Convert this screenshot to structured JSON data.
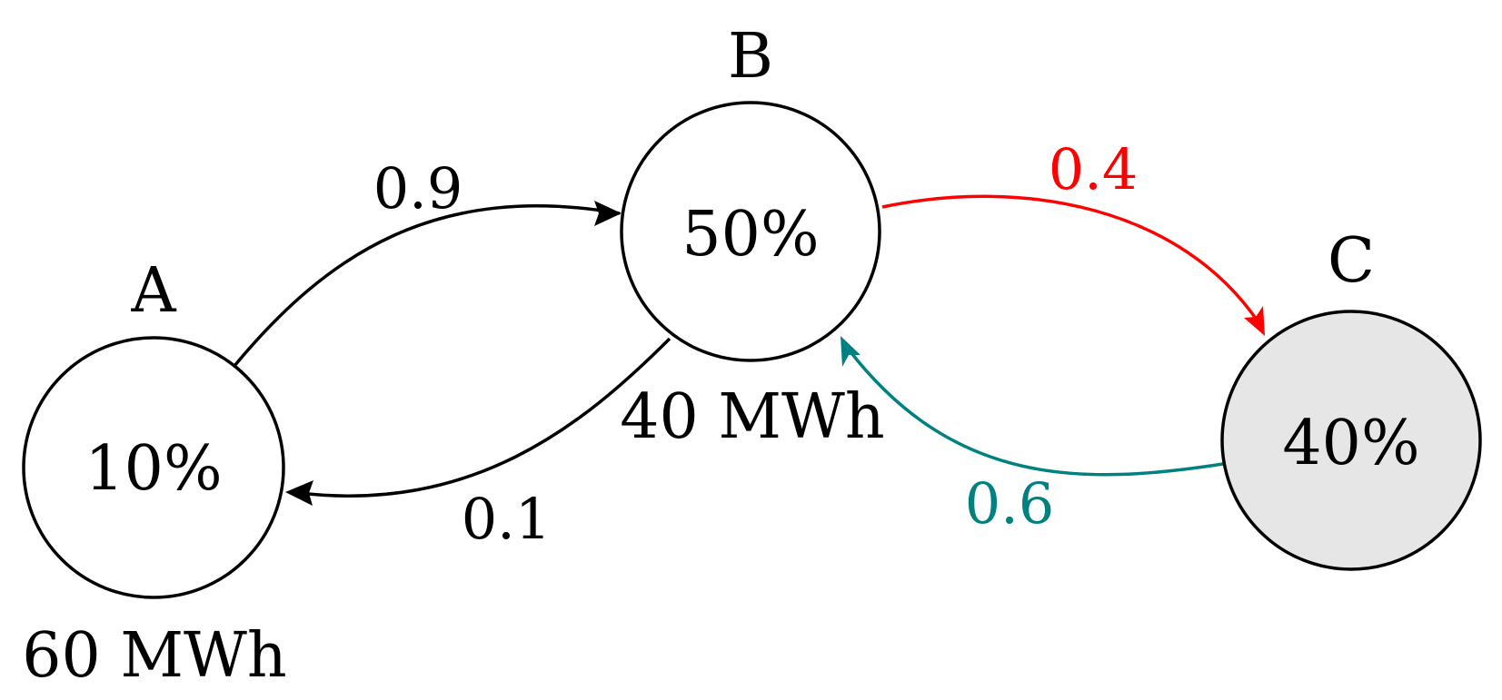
{
  "nodes": {
    "a": {
      "name": "A",
      "value": "10%",
      "energy": "60 MWh",
      "fill": "#ffffff"
    },
    "b": {
      "name": "B",
      "value": "50%",
      "energy": "40 MWh",
      "fill": "#ffffff"
    },
    "c": {
      "name": "C",
      "value": "40%",
      "fill": "#e6e6e6"
    }
  },
  "edges": {
    "a_to_b": {
      "label": "0.9",
      "color": "#000000"
    },
    "b_to_a": {
      "label": "0.1",
      "color": "#000000"
    },
    "b_to_c": {
      "label": "0.4",
      "color": "#ff0000"
    },
    "c_to_b": {
      "label": "0.6",
      "color": "#008080"
    }
  }
}
